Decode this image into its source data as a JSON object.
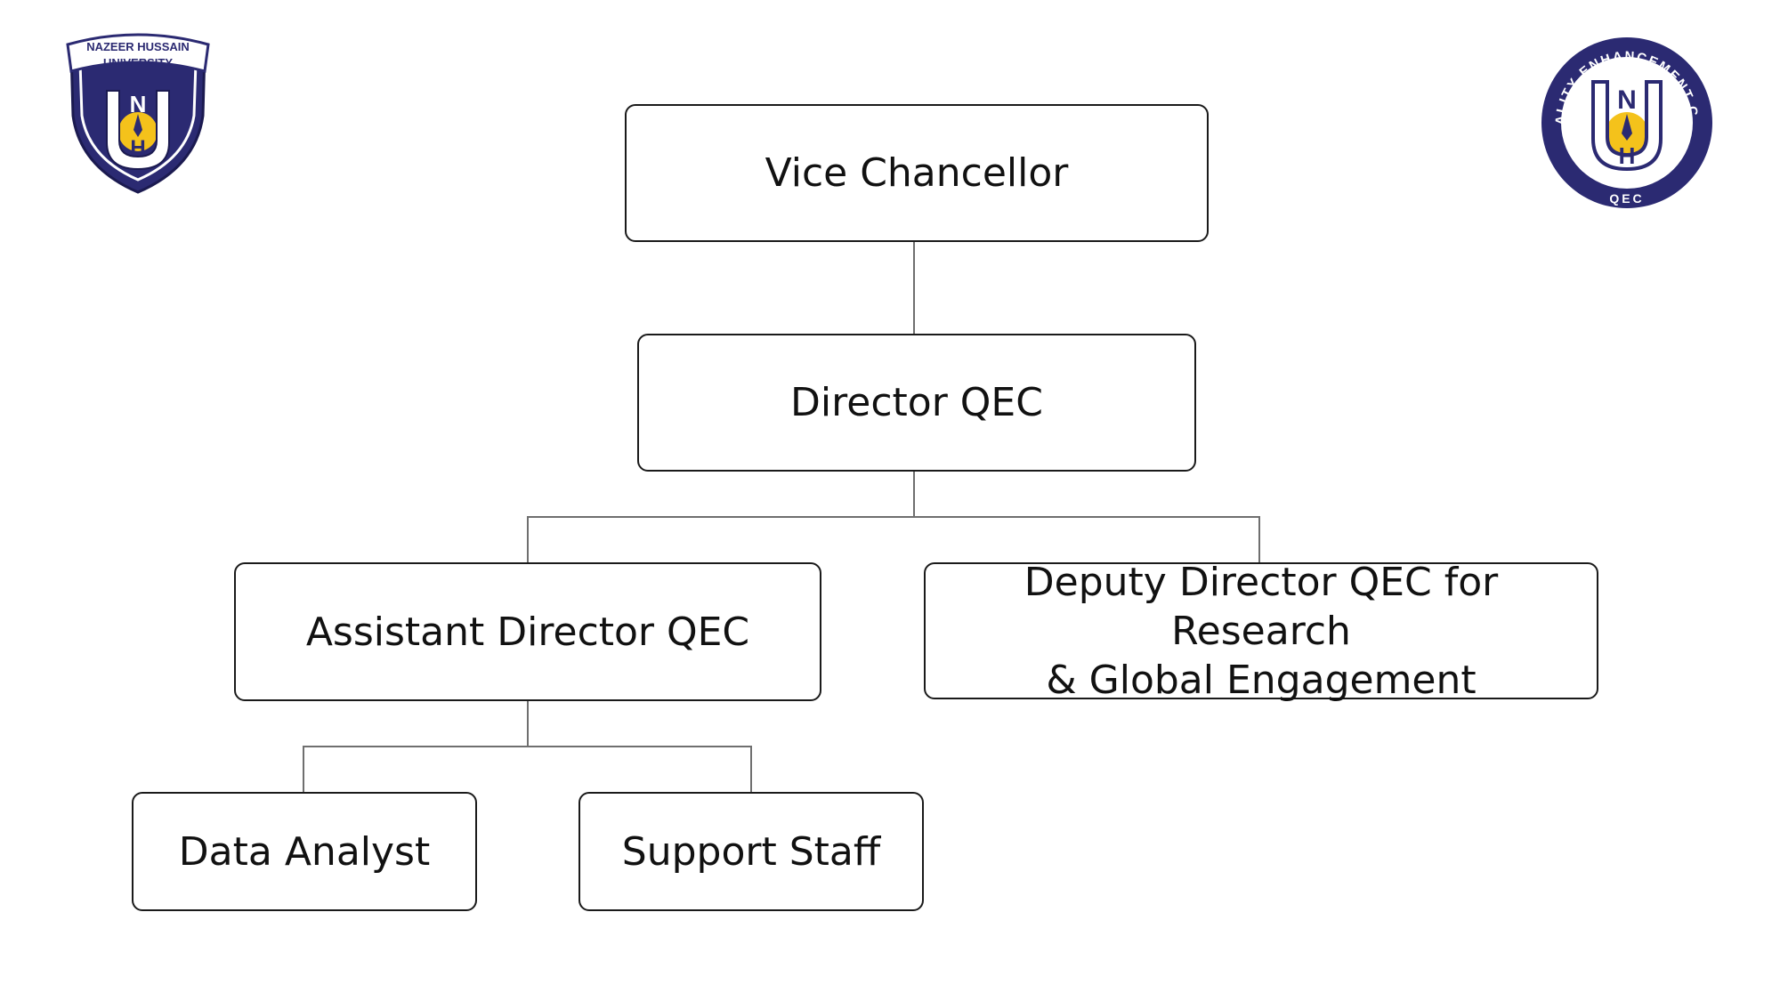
{
  "logos": {
    "left": {
      "banner_line1": "NAZEER HUSSAIN",
      "banner_line2": "UNIVERSITY",
      "letter_top": "N",
      "letter_bottom": "H"
    },
    "right": {
      "ring_text": "QUALITY ENHANCEMENT CELL",
      "bottom_text": "QEC",
      "letter_top": "N",
      "letter_bottom": "H"
    }
  },
  "colors": {
    "navy": "#2b2a72",
    "gold": "#f4c21b",
    "node_border": "#1a1a1a",
    "connector": "#6f6f6f"
  },
  "org_chart": {
    "vice_chancellor": "Vice Chancellor",
    "director_qec": "Director QEC",
    "assistant_director_qec": "Assistant Director QEC",
    "deputy_director_line1": "Deputy Director QEC for Research",
    "deputy_director_line2": "& Global Engagement",
    "data_analyst": "Data Analyst",
    "support_staff": "Support Staff"
  }
}
